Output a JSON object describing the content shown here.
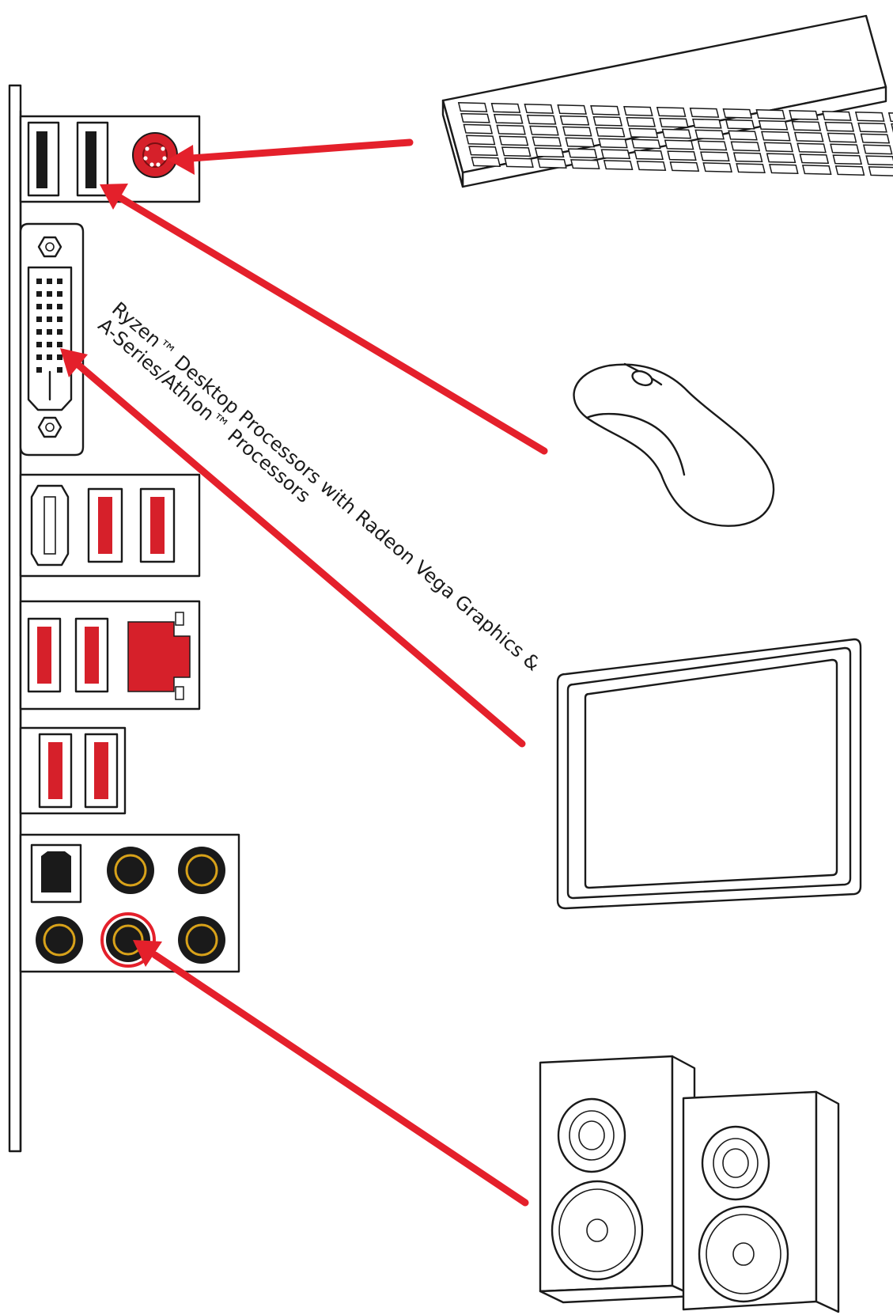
{
  "caption": {
    "line1": "Ryzen™ Desktop Processors with Radeon Vega Graphics &",
    "line2": "A-Series/Athlon™ Processors"
  },
  "devices": [
    "keyboard",
    "mouse",
    "monitor",
    "speakers"
  ],
  "colors": {
    "arrow": "#e4202b",
    "port_red": "#d6202a",
    "audio_ring": "#d8a21a",
    "line": "#1a1a1a"
  }
}
